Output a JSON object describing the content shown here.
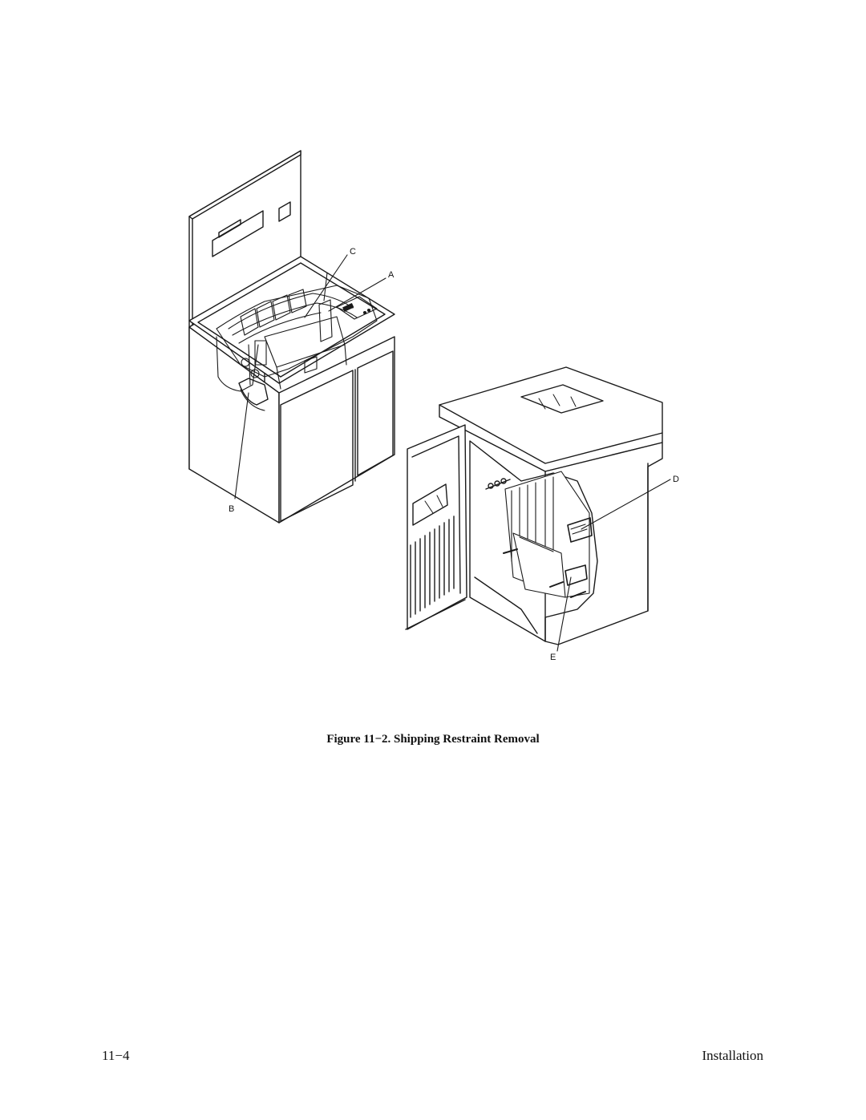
{
  "figure": {
    "callouts": {
      "a": "A",
      "b": "B",
      "c": "C",
      "d": "D",
      "e": "E"
    },
    "caption": "Figure 11−2. Shipping Restraint Removal"
  },
  "footer": {
    "page_number": "11−4",
    "section": "Installation"
  }
}
